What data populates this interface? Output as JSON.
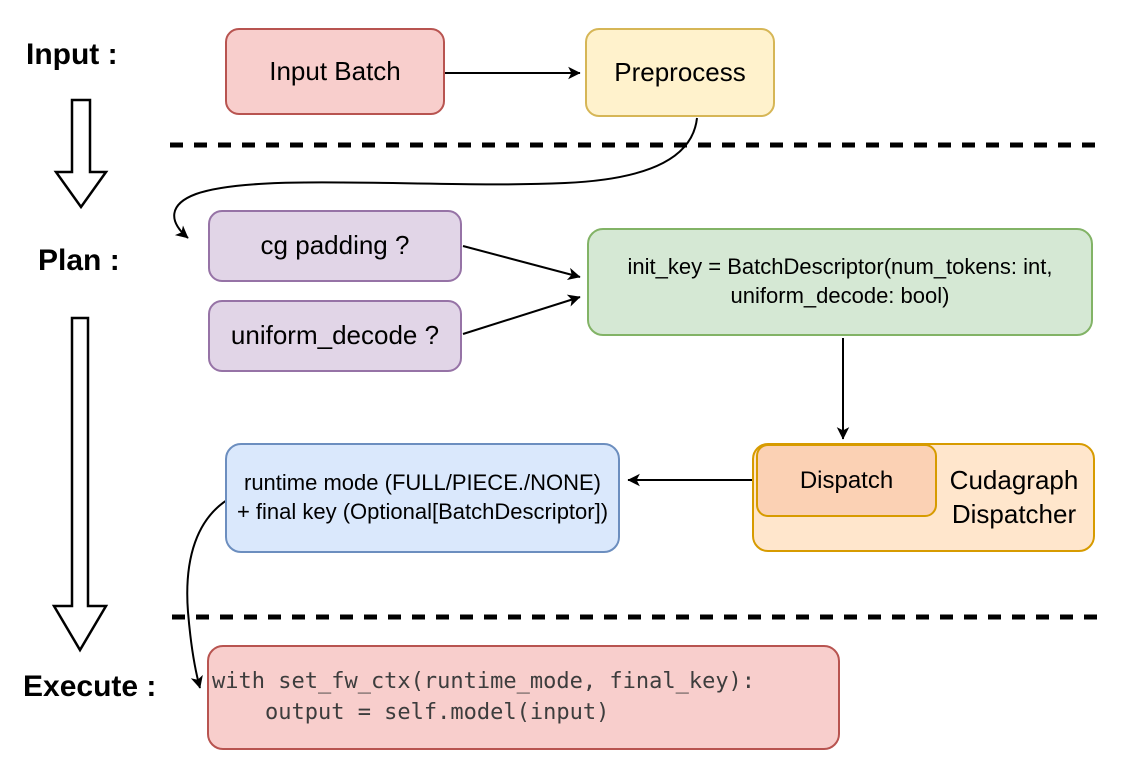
{
  "stage_labels": {
    "input": "Input :",
    "plan": "Plan :",
    "execute": "Execute :"
  },
  "nodes": {
    "input_batch": {
      "text": "Input Batch",
      "fill": "#F8CECC",
      "border": "#B85450"
    },
    "preprocess": {
      "text": "Preprocess",
      "fill": "#FFF2CC",
      "border": "#D6B656"
    },
    "cg_padding": {
      "text": "cg padding ?",
      "fill": "#E1D5E7",
      "border": "#9673A6"
    },
    "uniform_decode": {
      "text": "uniform_decode ?",
      "fill": "#E1D5E7",
      "border": "#9673A6"
    },
    "init_key": {
      "line1": "init_key = BatchDescriptor(num_tokens: int,",
      "line2": "uniform_decode: bool)",
      "fill": "#D5E8D4",
      "border": "#82B366"
    },
    "dispatch": {
      "text": "Dispatch",
      "fill": "#FBD1B4",
      "border": "#D79B00"
    },
    "cudagraph_dispatcher": {
      "line1": "Cudagraph",
      "line2": "Dispatcher",
      "fill": "#FFE6CC",
      "border": "#D79B00"
    },
    "runtime_mode": {
      "line1": "runtime mode (FULL/PIECE./NONE)",
      "line2": "+ final key (Optional[BatchDescriptor])",
      "fill": "#DAE8FC",
      "border": "#6C8EBF"
    },
    "execute_code": {
      "line1": "with set_fw_ctx(runtime_mode, final_key):",
      "line2": "    output = self.model(input)",
      "fill": "#F8CECC",
      "border": "#B85450"
    }
  },
  "connector_color": "#000000"
}
